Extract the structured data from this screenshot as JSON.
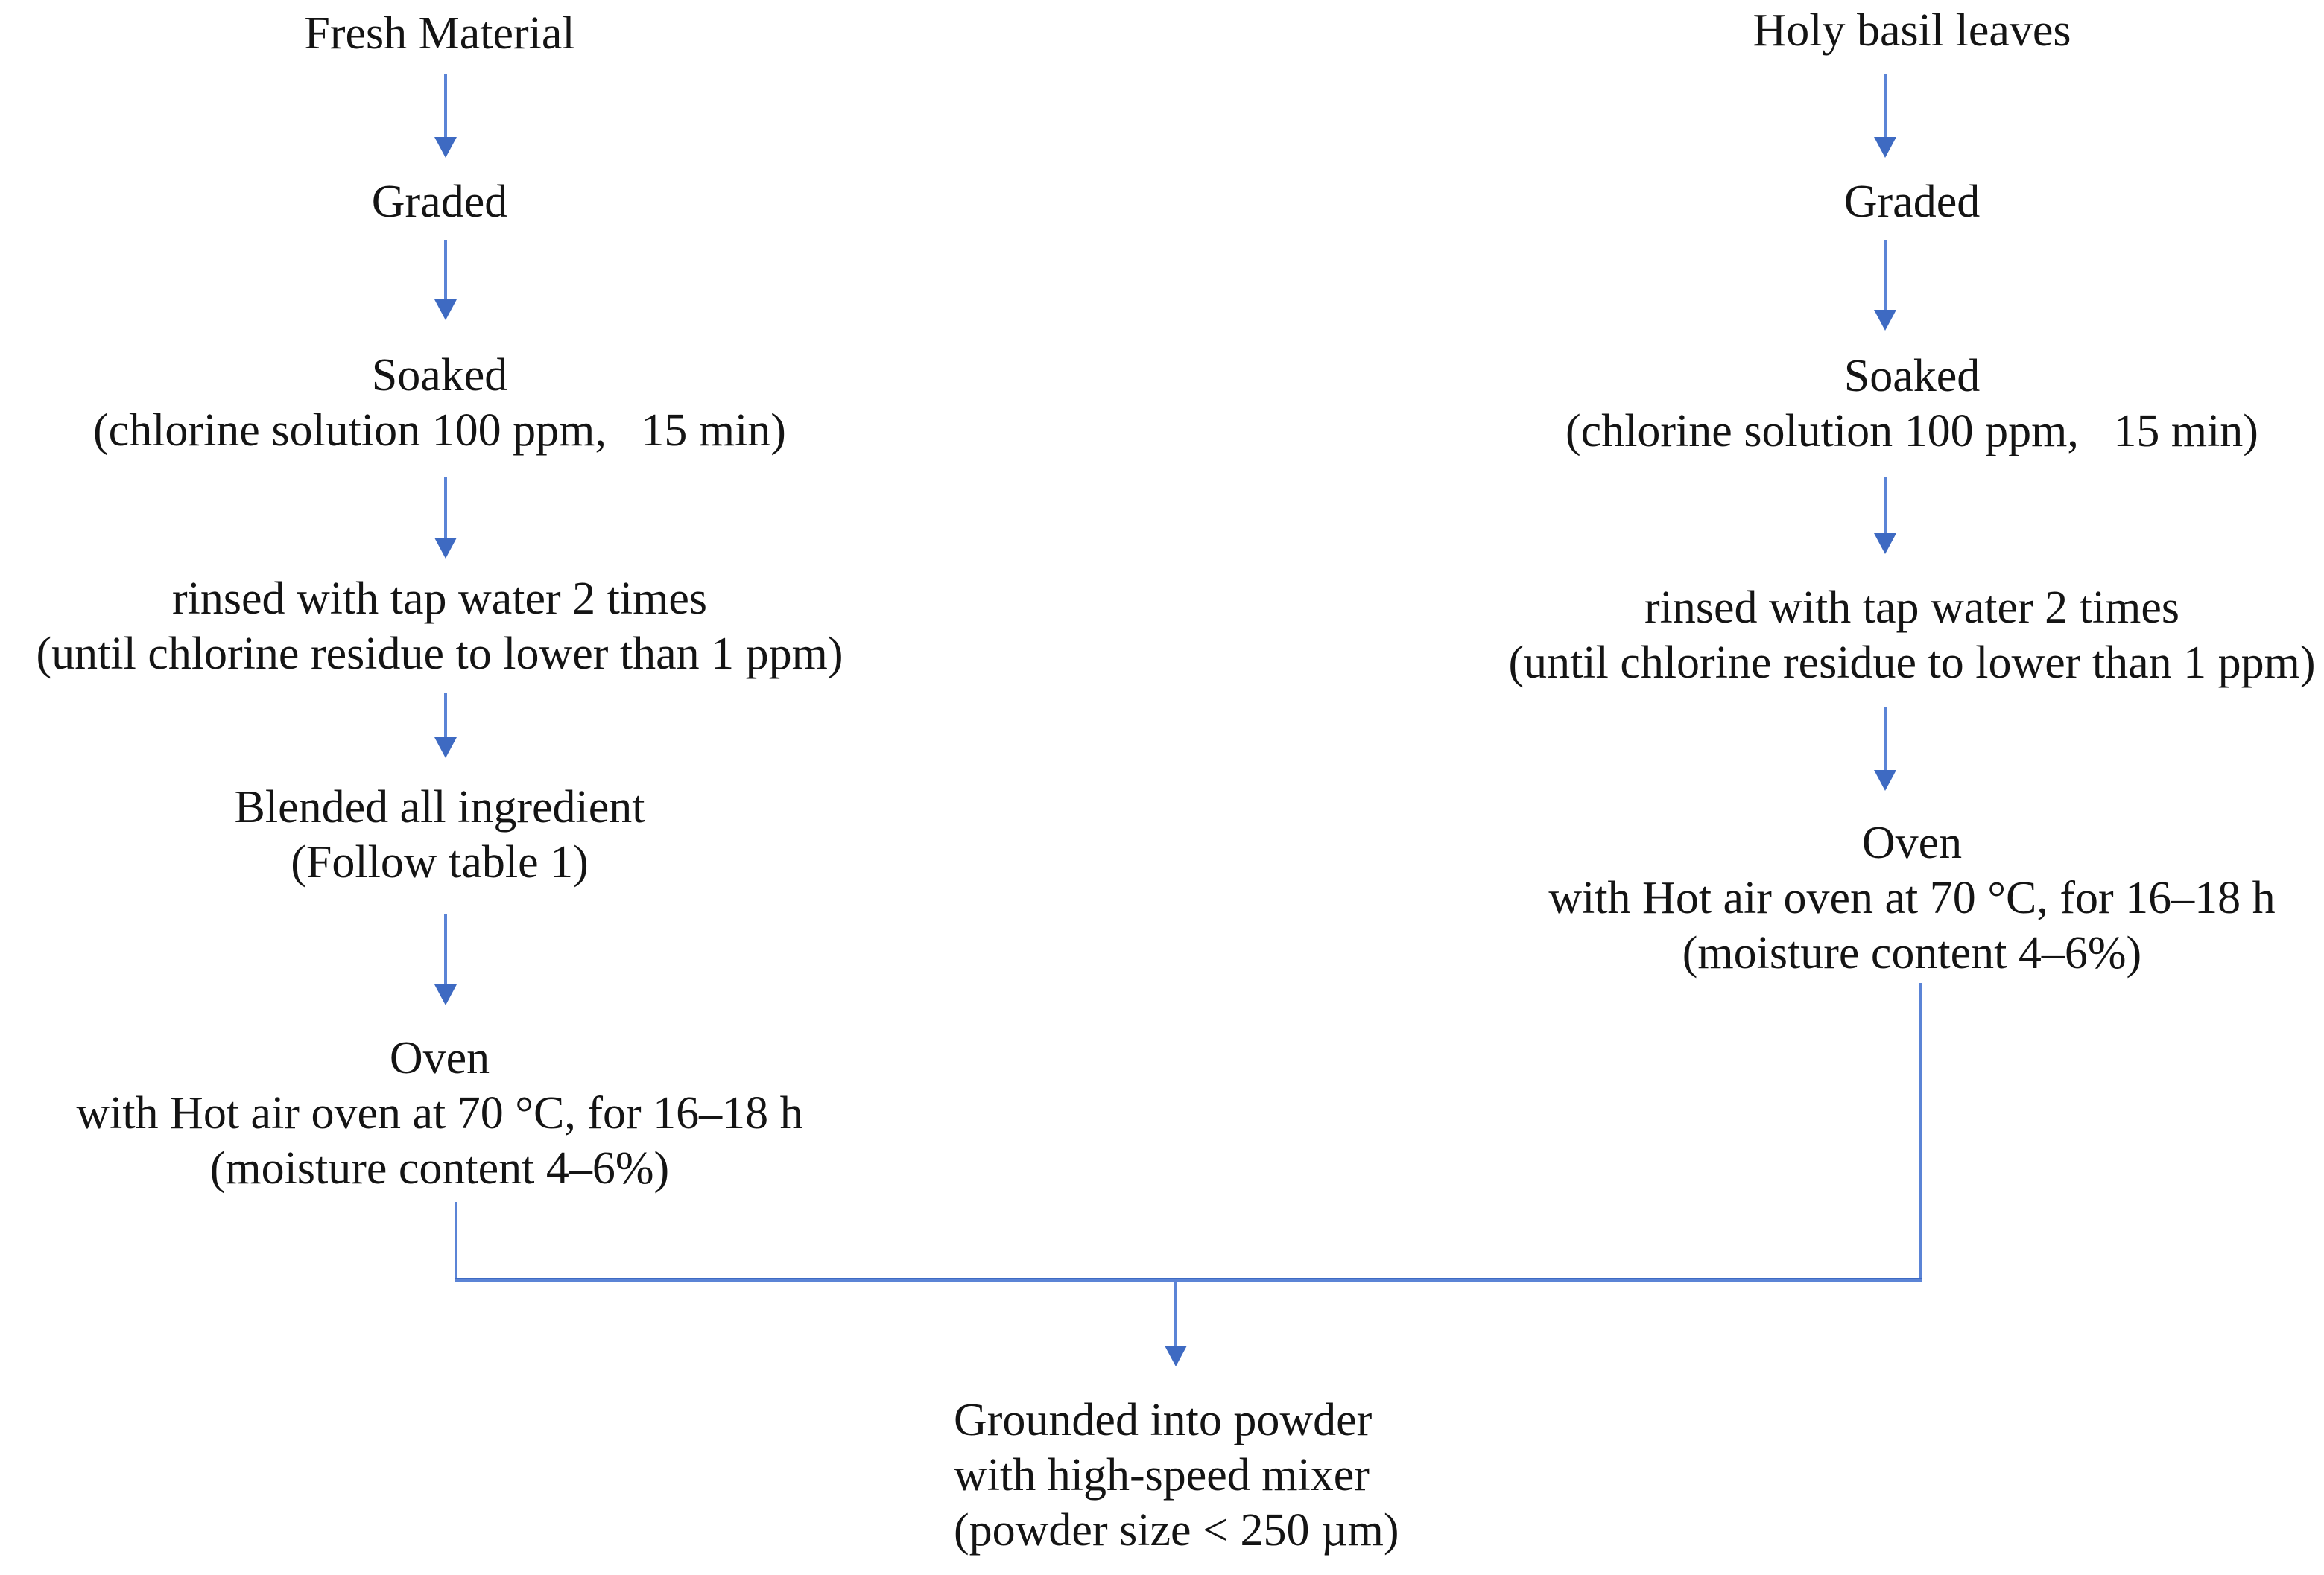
{
  "diagram": {
    "type": "flowchart",
    "background": "#ffffff",
    "text_color": "#141414",
    "arrow_head_color": "#3e6ac2",
    "arrow_stem_color": "#5b84d6"
  },
  "left_flow": {
    "nodes": [
      {
        "lines": [
          "Fresh Material"
        ]
      },
      {
        "lines": [
          "Graded"
        ]
      },
      {
        "lines": [
          "Soaked",
          "(chlorine solution 100 ppm,  15 min)"
        ]
      },
      {
        "lines": [
          "rinsed with tap water 2 times",
          "(until chlorine residue to lower than 1 ppm)"
        ]
      },
      {
        "lines": [
          "Blended all ingredient",
          "(Follow table 1)"
        ]
      },
      {
        "lines": [
          "Oven",
          "with Hot air oven at 70 °C, for 16–18 h",
          "(moisture content 4–6%)"
        ]
      }
    ]
  },
  "right_flow": {
    "nodes": [
      {
        "lines": [
          "Holy basil leaves"
        ]
      },
      {
        "lines": [
          "Graded"
        ]
      },
      {
        "lines": [
          "Soaked",
          "(chlorine solution 100 ppm,  15 min)"
        ]
      },
      {
        "lines": [
          "rinsed with tap water 2 times",
          "(until chlorine residue to lower than 1 ppm)"
        ]
      },
      {
        "lines": [
          "Oven",
          "with Hot air oven at 70 °C, for 16–18 h",
          "(moisture content 4–6%)"
        ]
      }
    ]
  },
  "merge_flow": {
    "node": {
      "lines": [
        "Grounded into powder",
        "with high-speed mixer",
        "(powder size < 250 µm)"
      ]
    }
  }
}
